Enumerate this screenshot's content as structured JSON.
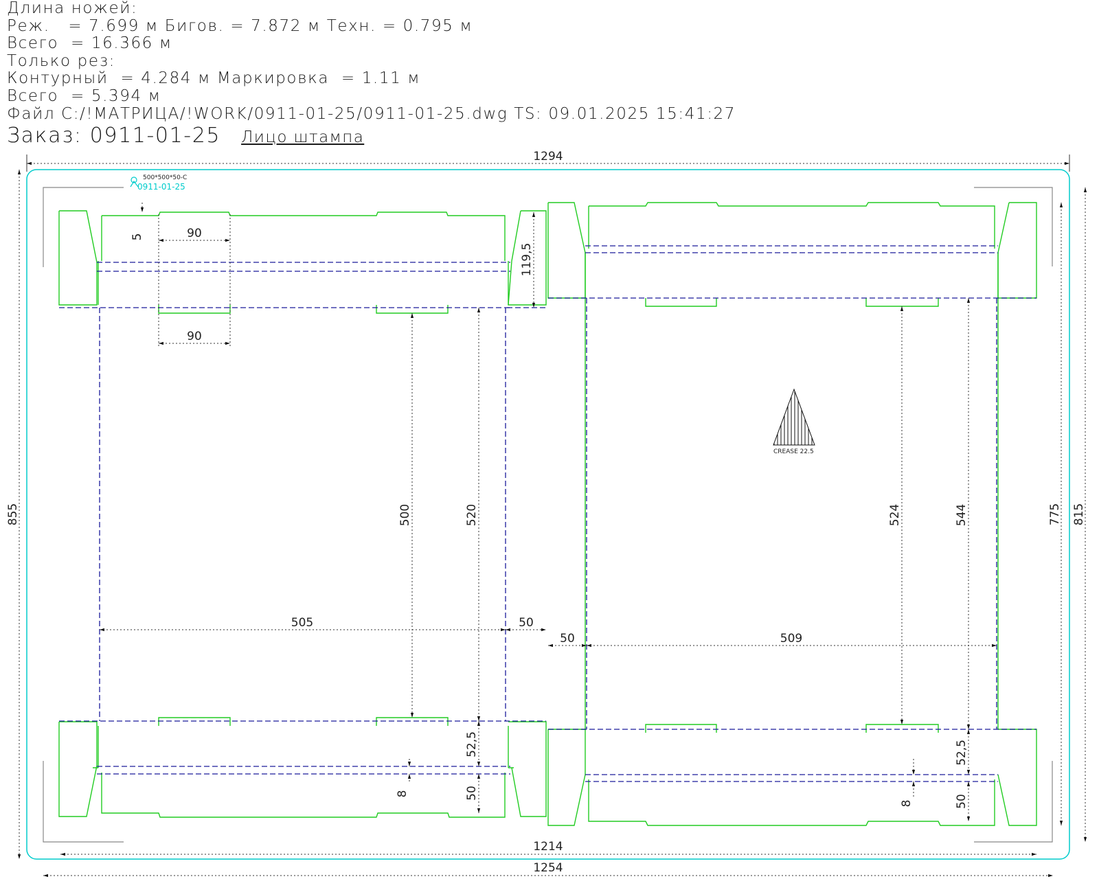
{
  "header": {
    "title_line": "Длина ножей:",
    "rez_line": "Реж.   = 7.699 м Бигов. = 7.872 м Техн. = 0.795 м",
    "total_line": "Всего  = 16.366 м",
    "cut_only_line": "Только рез:",
    "contour_line": "Контурный  = 4.284 м Маркировка  = 1.11 м",
    "total2_line": "Всего  = 5.394 м",
    "file_line": "Файл C:/!МАТРИЦА/!WORK/0911-01-25/0911-01-25.dwg TS: 09.01.2025 15:41:27",
    "order_line": "Заказ: 0911-01-25",
    "face_label": "Лицо штампа"
  },
  "drawing": {
    "stamp_text": "500*500*50-С",
    "stamp_order": "0911-01-25",
    "crease_label": "CREASE 22.5",
    "dimensions": {
      "top_width": "1294",
      "bottom_1214": "1214",
      "bottom_1254": "1254",
      "left_855": "855",
      "right_775": "775",
      "right_815": "815",
      "d_5": "5",
      "d_90_top": "90",
      "d_90_mid": "90",
      "d_119_5": "119,5",
      "d_500": "500",
      "d_520": "520",
      "d_505": "505",
      "d_50_a": "50",
      "d_50_b": "50",
      "d_509": "509",
      "d_524": "524",
      "d_544": "544",
      "d_52_5_left": "52,5",
      "d_52_5_right": "52,5",
      "d_8_left": "8",
      "d_8_right": "8",
      "d_50_left_bottom": "50",
      "d_50_right_bottom": "50"
    },
    "colors": {
      "cut": "#22cc22",
      "crease": "#1a1a9a",
      "border": "#00cccc",
      "dim": "#222222"
    }
  }
}
